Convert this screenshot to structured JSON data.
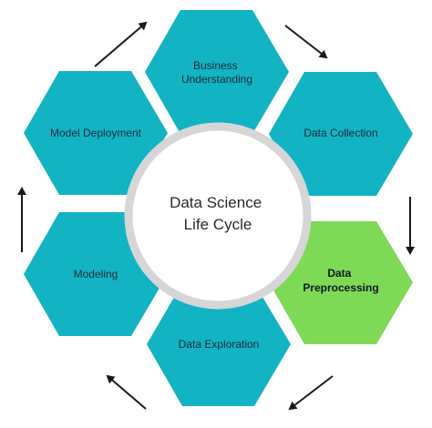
{
  "diagram": {
    "center": {
      "lines": [
        "Data Science",
        "Life Cycle"
      ]
    },
    "stages": [
      {
        "id": "business-understanding",
        "lines": [
          "Business",
          "Understanding"
        ],
        "highlighted": false
      },
      {
        "id": "data-collection",
        "lines": [
          "Data Collection"
        ],
        "highlighted": false
      },
      {
        "id": "data-preprocessing",
        "lines": [
          "Data",
          "Preprocessing"
        ],
        "highlighted": true
      },
      {
        "id": "data-exploration",
        "lines": [
          "Data Exploration"
        ],
        "highlighted": false
      },
      {
        "id": "modeling",
        "lines": [
          "Modeling"
        ],
        "highlighted": false
      },
      {
        "id": "model-deployment",
        "lines": [
          "Model Deployment"
        ],
        "highlighted": false
      }
    ],
    "colors": {
      "stage": "#12b3c3",
      "highlight": "#7ed957",
      "center_fill": "#ffffff",
      "center_ring": "#d6d6d6",
      "arrow": "#1a1a1a"
    }
  }
}
